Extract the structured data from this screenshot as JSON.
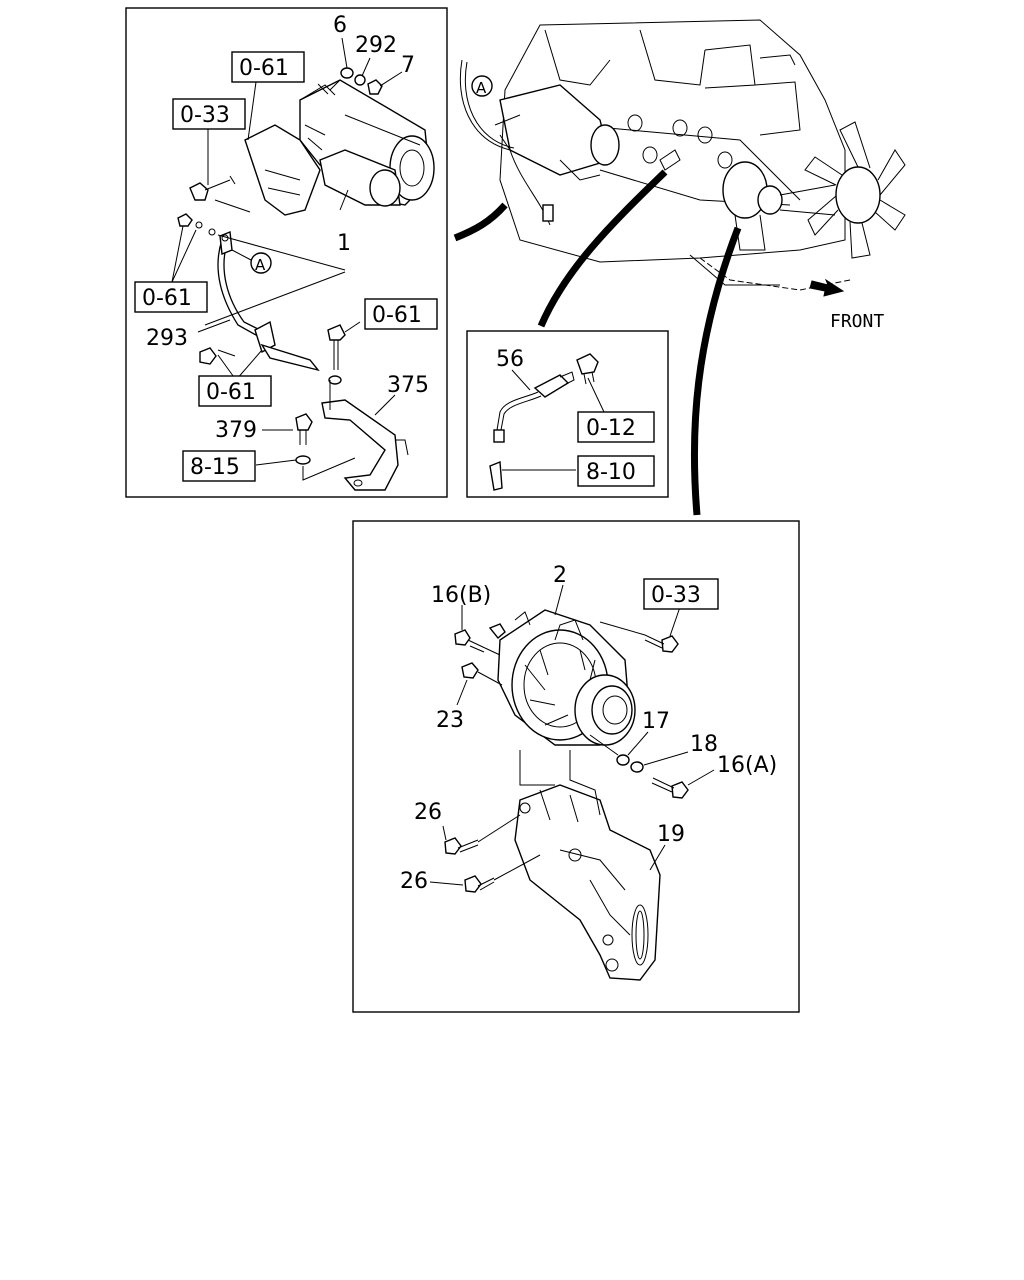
{
  "front_label": "FRONT",
  "callout_a": "A",
  "starter_panel": {
    "labels": {
      "p6": "6",
      "p292": "292",
      "p7": "7",
      "p1": "1",
      "p293": "293",
      "p375": "375",
      "p379": "379"
    },
    "refs": {
      "r1": "0-61",
      "r2": "0-33",
      "r3": "0-61",
      "r4": "0-61",
      "r5": "0-61",
      "r6": "8-15"
    }
  },
  "sensor_panel": {
    "labels": {
      "p56": "56"
    },
    "refs": {
      "r1": "0-12",
      "r2": "8-10"
    }
  },
  "alternator_panel": {
    "labels": {
      "p2": "2",
      "p16b": "16(B)",
      "p23": "23",
      "p17": "17",
      "p18": "18",
      "p16a": "16(A)",
      "p26a": "26",
      "p26b": "26",
      "p19": "19"
    },
    "refs": {
      "r1": "0-33"
    }
  }
}
